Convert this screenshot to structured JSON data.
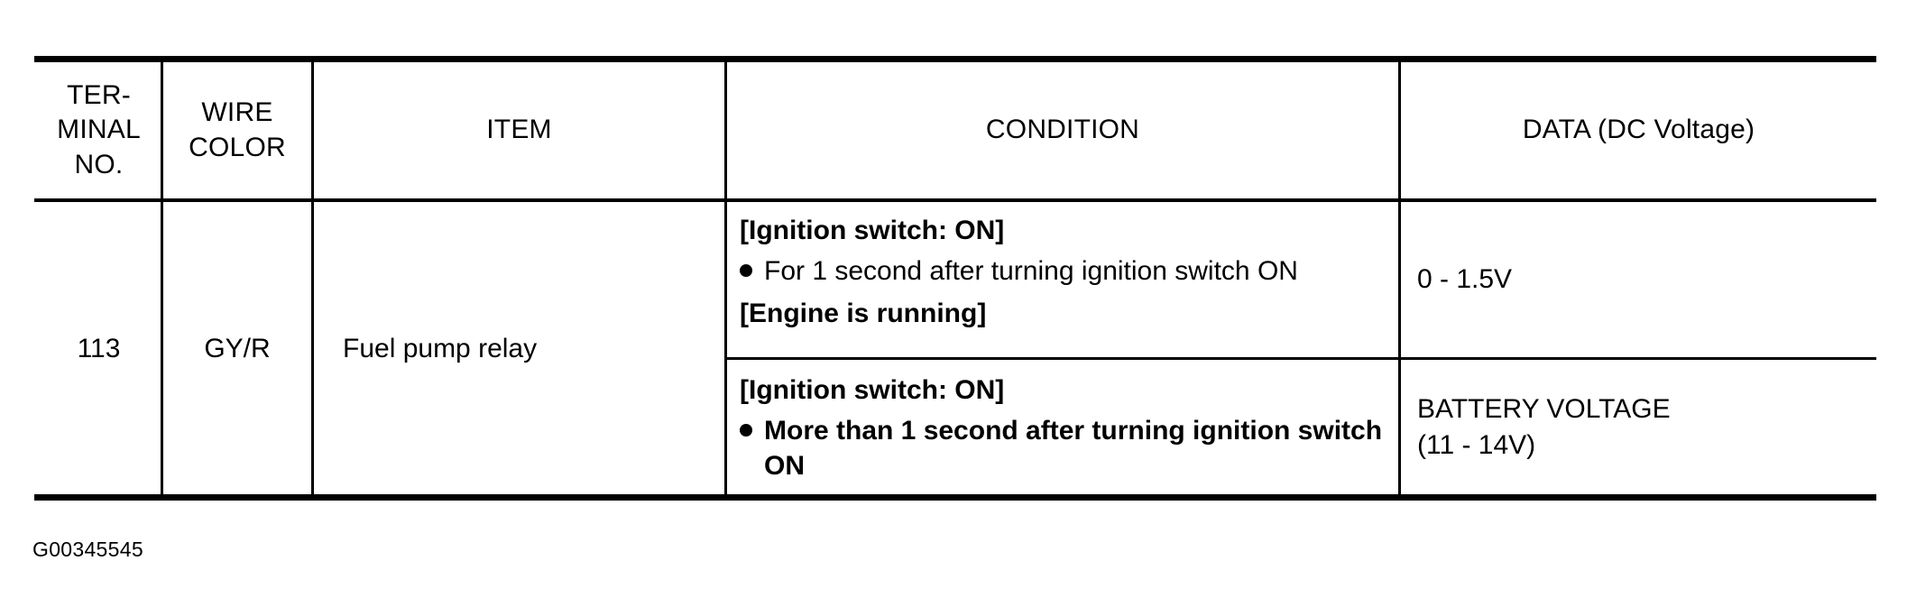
{
  "table": {
    "columns": [
      {
        "id": "terminal-no",
        "label": "TER-\nMINAL\nNO."
      },
      {
        "id": "wire-color",
        "label": "WIRE\nCOLOR"
      },
      {
        "id": "item",
        "label": "ITEM"
      },
      {
        "id": "condition",
        "label": "CONDITION"
      },
      {
        "id": "data",
        "label": "DATA (DC Voltage)"
      }
    ],
    "row": {
      "terminal_no": "113",
      "wire_color": "GY/R",
      "item": "Fuel pump relay",
      "entries": [
        {
          "condition_headers": [
            "[Ignition switch: ON]",
            "[Engine is running]"
          ],
          "condition_bullets": [
            {
              "text": "For 1 second after turning ignition switch ON",
              "bold": false
            }
          ],
          "data": "0 - 1.5V"
        },
        {
          "condition_headers": [
            "[Ignition switch: ON]"
          ],
          "condition_bullets": [
            {
              "text": "More than 1 second after turning ignition switch ON",
              "bold": true
            }
          ],
          "data": "BATTERY VOLTAGE\n(11 - 14V)"
        }
      ]
    }
  },
  "footer": {
    "code": "G00345545"
  },
  "colors": {
    "ink": "#000000",
    "background": "#ffffff"
  }
}
